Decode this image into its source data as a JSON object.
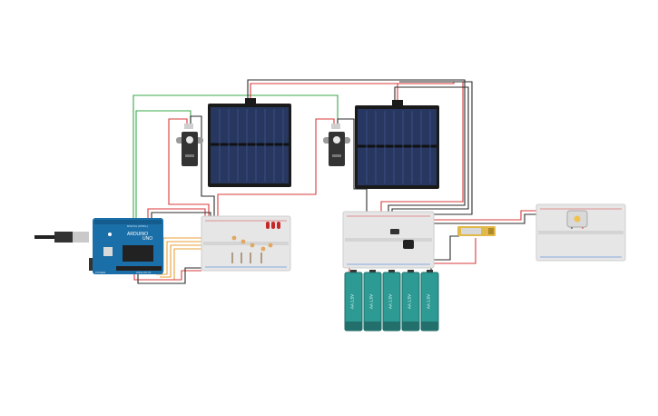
{
  "arduino": {
    "brand": "ARDUINO",
    "model": "UNO",
    "power_label": "POWER",
    "analog_label": "ANALOG IN",
    "digital_label": "DIGITAL (PWM~)"
  },
  "batteries": [
    {
      "label": "AA 1.5V"
    },
    {
      "label": "AA 1.5V"
    },
    {
      "label": "AA 1.5V"
    },
    {
      "label": "AA 1.5V"
    },
    {
      "label": "AA 1.5V"
    }
  ],
  "components": {
    "solar_panels": 2,
    "servos": 2,
    "breadboards": 3,
    "leds": 3,
    "photoresistors": 5
  },
  "colors": {
    "wire_red": "#d93a3a",
    "wire_black": "#2b2b2b",
    "wire_green": "#3aa84a",
    "wire_orange": "#e8a23a",
    "arduino_blue": "#1b6fa8",
    "battery_teal": "#2e9a94",
    "solar_cell": "#2a3f72",
    "breadboard": "#e6e6e6"
  }
}
